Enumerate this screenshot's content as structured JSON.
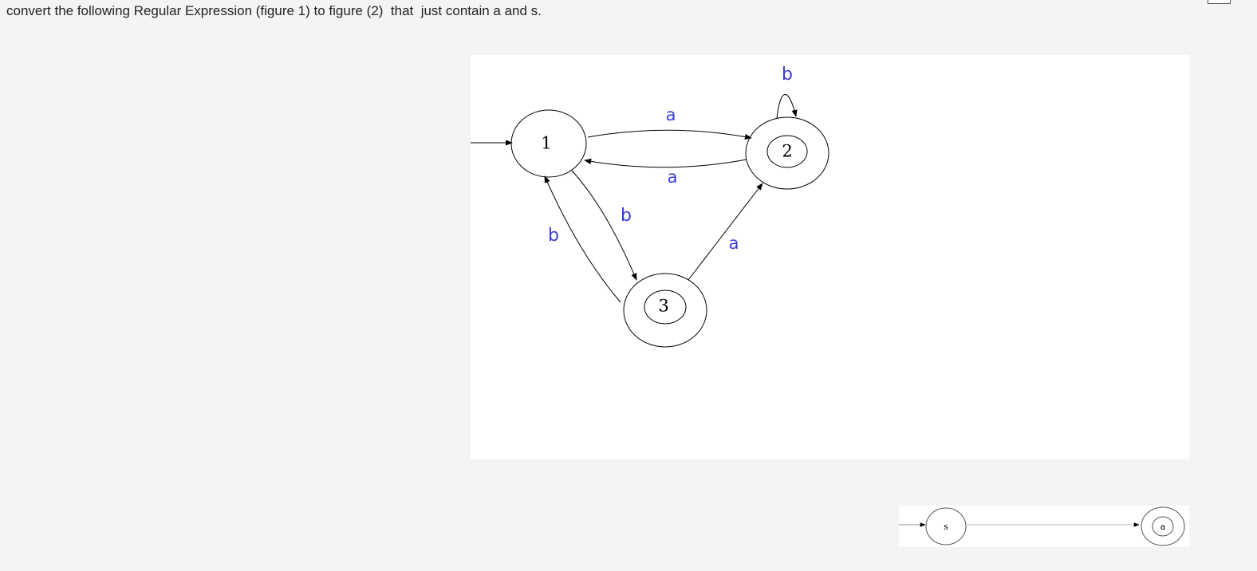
{
  "question": {
    "text": "convert the following Regular Expression (figure 1) to figure (2)  that  just contain a and s."
  },
  "figure1": {
    "states": {
      "s1": "1",
      "s2": "2",
      "s3": "3"
    },
    "transitions": {
      "t_1_2": "a",
      "t_2_1": "a",
      "t_2_2": "b",
      "t_1_3": "b",
      "t_3_1": "b",
      "t_3_2": "a"
    },
    "label_color": "#3b3bd6"
  },
  "figure2": {
    "states": {
      "start": "s",
      "accept": "a"
    }
  }
}
